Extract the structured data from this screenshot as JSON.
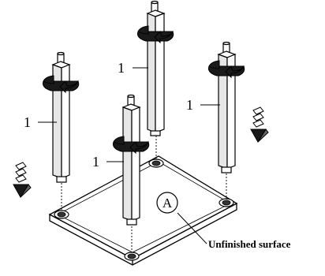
{
  "diagram": {
    "part_callouts": [
      "1",
      "1",
      "1",
      "1"
    ],
    "plate_marker": "A",
    "surface_label": "Unfinished surface",
    "icons": [
      "rotation-arrow-icon",
      "down-arrow-icon"
    ],
    "colors": {
      "line": "#000000",
      "fill": "#ffffff",
      "shade": "#e6e6e6",
      "dark": "#1a1a1a"
    }
  }
}
